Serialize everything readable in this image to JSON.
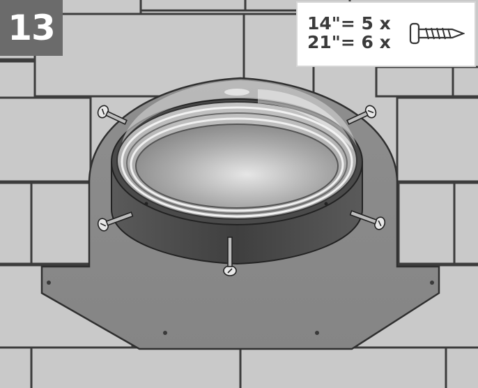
{
  "step": {
    "number": "13"
  },
  "screw_callout": {
    "lines": [
      "14\"= 5 x",
      "21\"= 6 x"
    ],
    "icon": "screw-icon"
  },
  "illustration": {
    "icons": [
      "roof-shingles",
      "skylight-dome",
      "flashing-plate",
      "screw-icon"
    ],
    "colors": {
      "shingle": "#c9c9c9",
      "shingle_outline": "#3c3c3c",
      "flashing": "#8a8a8a",
      "curb": "#4a4a4a",
      "dome": "#b8b8b8",
      "badge": "#6b6b6b"
    }
  }
}
